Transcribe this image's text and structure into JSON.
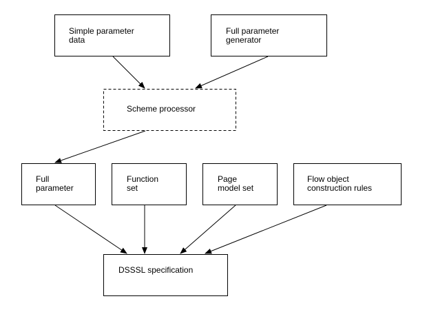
{
  "diagram": {
    "nodes": [
      {
        "id": "simple-parameter-data",
        "lines": [
          "Simple parameter",
          "data"
        ],
        "style": "solid"
      },
      {
        "id": "full-parameter-generator",
        "lines": [
          "Full parameter",
          "generator"
        ],
        "style": "solid"
      },
      {
        "id": "scheme-processor",
        "lines": [
          "Scheme processor"
        ],
        "style": "dashed"
      },
      {
        "id": "full-parameter",
        "lines": [
          "Full",
          "parameter"
        ],
        "style": "solid"
      },
      {
        "id": "function-set",
        "lines": [
          "Function",
          "set"
        ],
        "style": "solid"
      },
      {
        "id": "page-model-set",
        "lines": [
          "Page",
          "model set"
        ],
        "style": "solid"
      },
      {
        "id": "flow-object-construction-rules",
        "lines": [
          "Flow object",
          "construction rules"
        ],
        "style": "solid"
      },
      {
        "id": "dsssl-specification",
        "lines": [
          "DSSSL specification"
        ],
        "style": "solid"
      }
    ],
    "edges": [
      {
        "from": "simple-parameter-data",
        "to": "scheme-processor"
      },
      {
        "from": "full-parameter-generator",
        "to": "scheme-processor"
      },
      {
        "from": "scheme-processor",
        "to": "full-parameter"
      },
      {
        "from": "full-parameter",
        "to": "dsssl-specification"
      },
      {
        "from": "function-set",
        "to": "dsssl-specification"
      },
      {
        "from": "page-model-set",
        "to": "dsssl-specification"
      },
      {
        "from": "flow-object-construction-rules",
        "to": "dsssl-specification"
      }
    ]
  }
}
